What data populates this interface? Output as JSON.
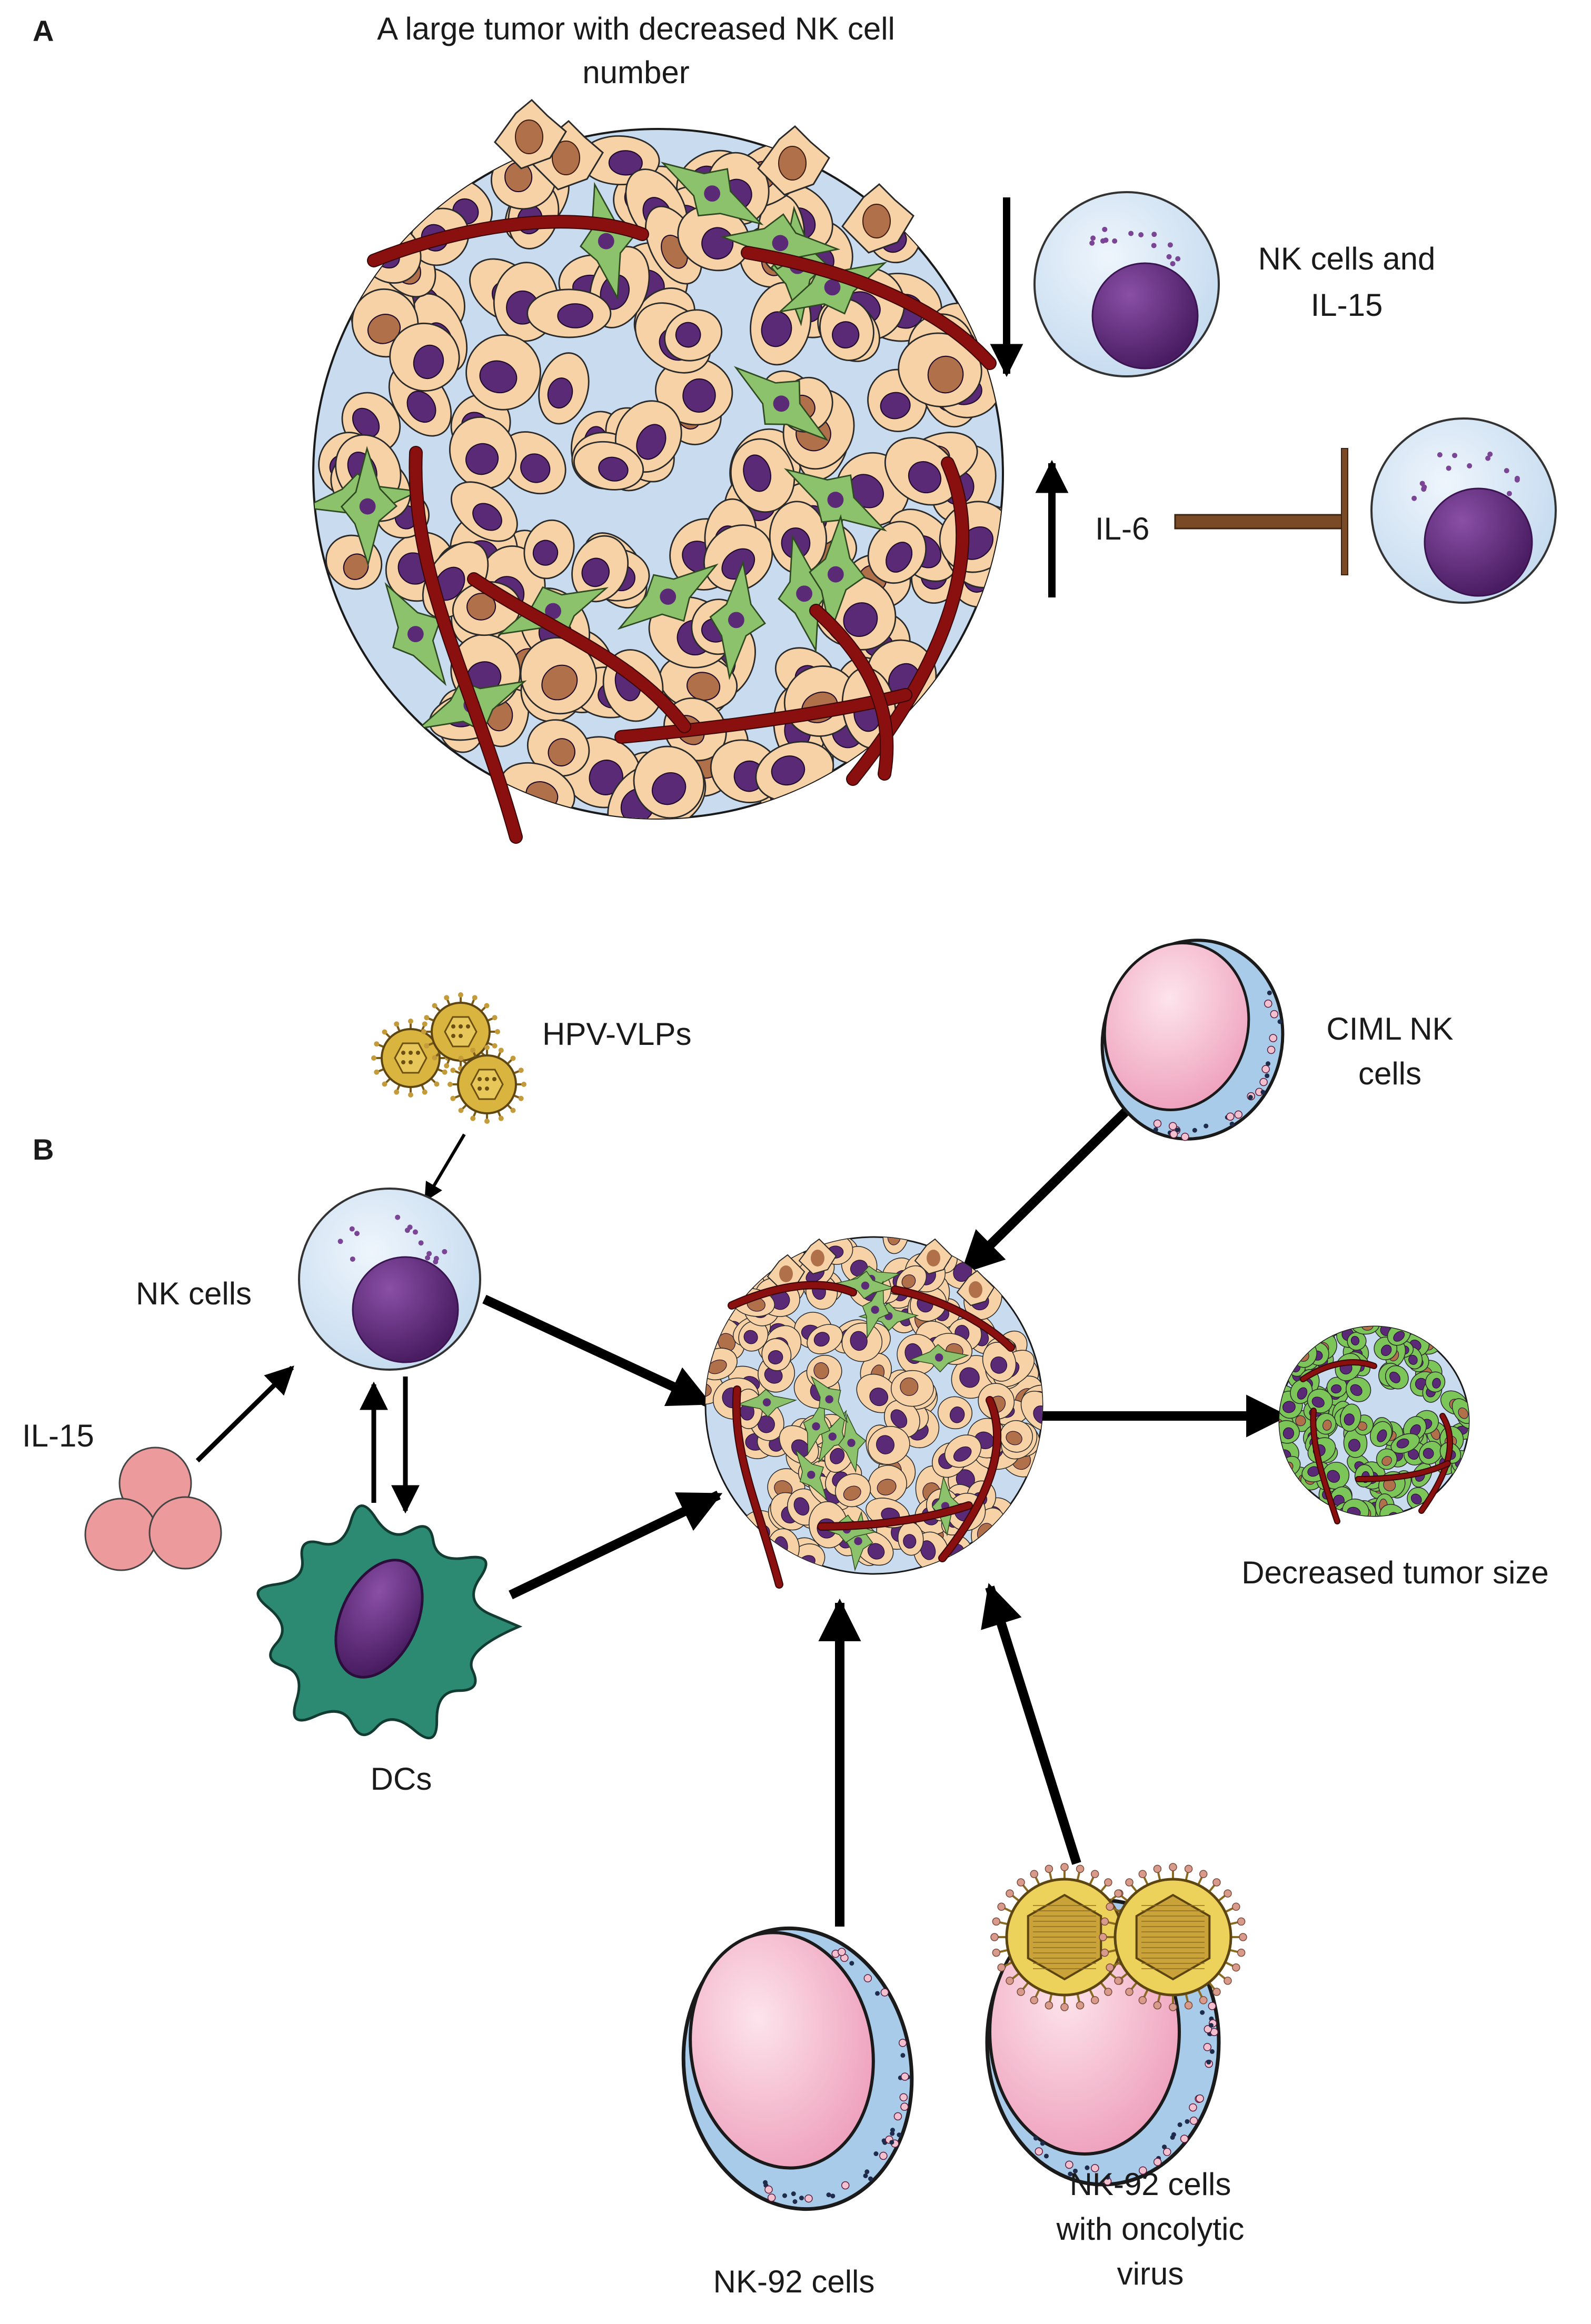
{
  "panel_a": {
    "letter": "A",
    "title_line1": "A large tumor with decreased NK cell",
    "title_line2": "number",
    "nk_label_line1": "NK cells and",
    "nk_label_line2": "IL-15",
    "il6_label": "IL-6"
  },
  "panel_b": {
    "letter": "B",
    "hpv_label": "HPV-VLPs",
    "nk_label": "NK cells",
    "il15_label": "IL-15",
    "dcs_label": "DCs",
    "ciml_line1": "CIML NK",
    "ciml_line2": "cells",
    "decreased_label": "Decreased tumor size",
    "nk92_label": "NK-92 cells",
    "nk92v_line1": "NK-92 cells",
    "nk92v_line2": "with oncolytic",
    "nk92v_line3": "virus"
  },
  "colors": {
    "tumor_cell": "#f7d2a6",
    "nucleus": "#5b2a77",
    "fibroblast": "#8bc26b",
    "vessel": "#8a0f0f",
    "nk_cell": "#dbe8f5",
    "dc": "#2a7f6a",
    "il15": "#e89093",
    "inhibit_bar": "#7a4a26",
    "small_tumor": "#7cc559",
    "virus": "#d9b43f",
    "nk92_membrane": "#9cc1e4",
    "nk92_nucleus": "#f5c3d3"
  }
}
